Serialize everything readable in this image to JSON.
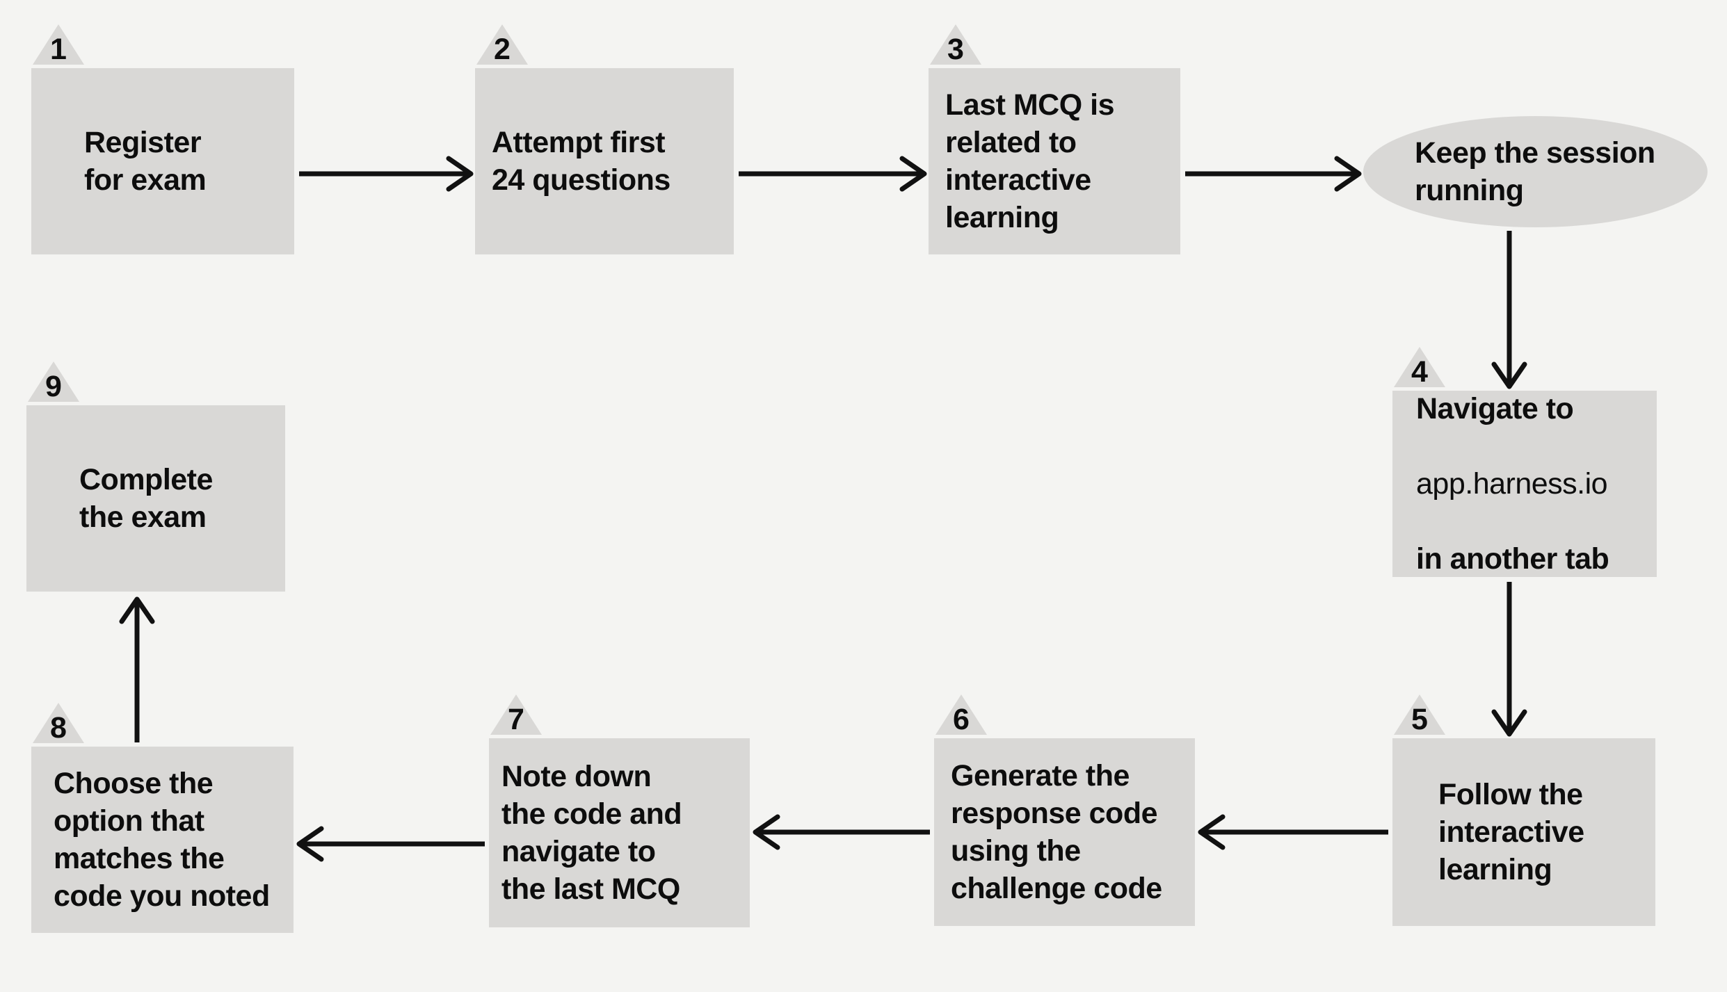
{
  "diagram": {
    "type": "flowchart",
    "colors": {
      "background": "#f4f4f2",
      "node_fill": "#d9d8d6",
      "text": "#0d0d0d",
      "arrow": "#111111"
    },
    "steps": [
      {
        "number": "1",
        "text": "Register\nfor exam"
      },
      {
        "number": "2",
        "text": "Attempt first\n24 questions"
      },
      {
        "number": "3",
        "text": "Last MCQ is\nrelated to\ninteractive\nlearning"
      },
      {
        "number": "4",
        "lines": [
          "Navigate to",
          "app.harness.io",
          "in another tab"
        ]
      },
      {
        "number": "5",
        "text": "Follow the\ninteractive\nlearning"
      },
      {
        "number": "6",
        "text": "Generate the\nresponse code\nusing the\nchallenge code"
      },
      {
        "number": "7",
        "text": "Note down\nthe code and\nnavigate to\nthe last MCQ"
      },
      {
        "number": "8",
        "text": "Choose the\noption that\nmatches the\ncode you noted"
      },
      {
        "number": "9",
        "text": "Complete\nthe exam"
      }
    ],
    "terminal": {
      "text": "Keep the session\nrunning"
    },
    "flow": [
      "step-1 -> step-2",
      "step-2 -> step-3",
      "step-3 -> keep-session-running",
      "keep-session-running -> step-4",
      "step-4 -> step-5",
      "step-5 -> step-6",
      "step-6 -> step-7",
      "step-7 -> step-8",
      "step-8 -> step-9"
    ]
  }
}
